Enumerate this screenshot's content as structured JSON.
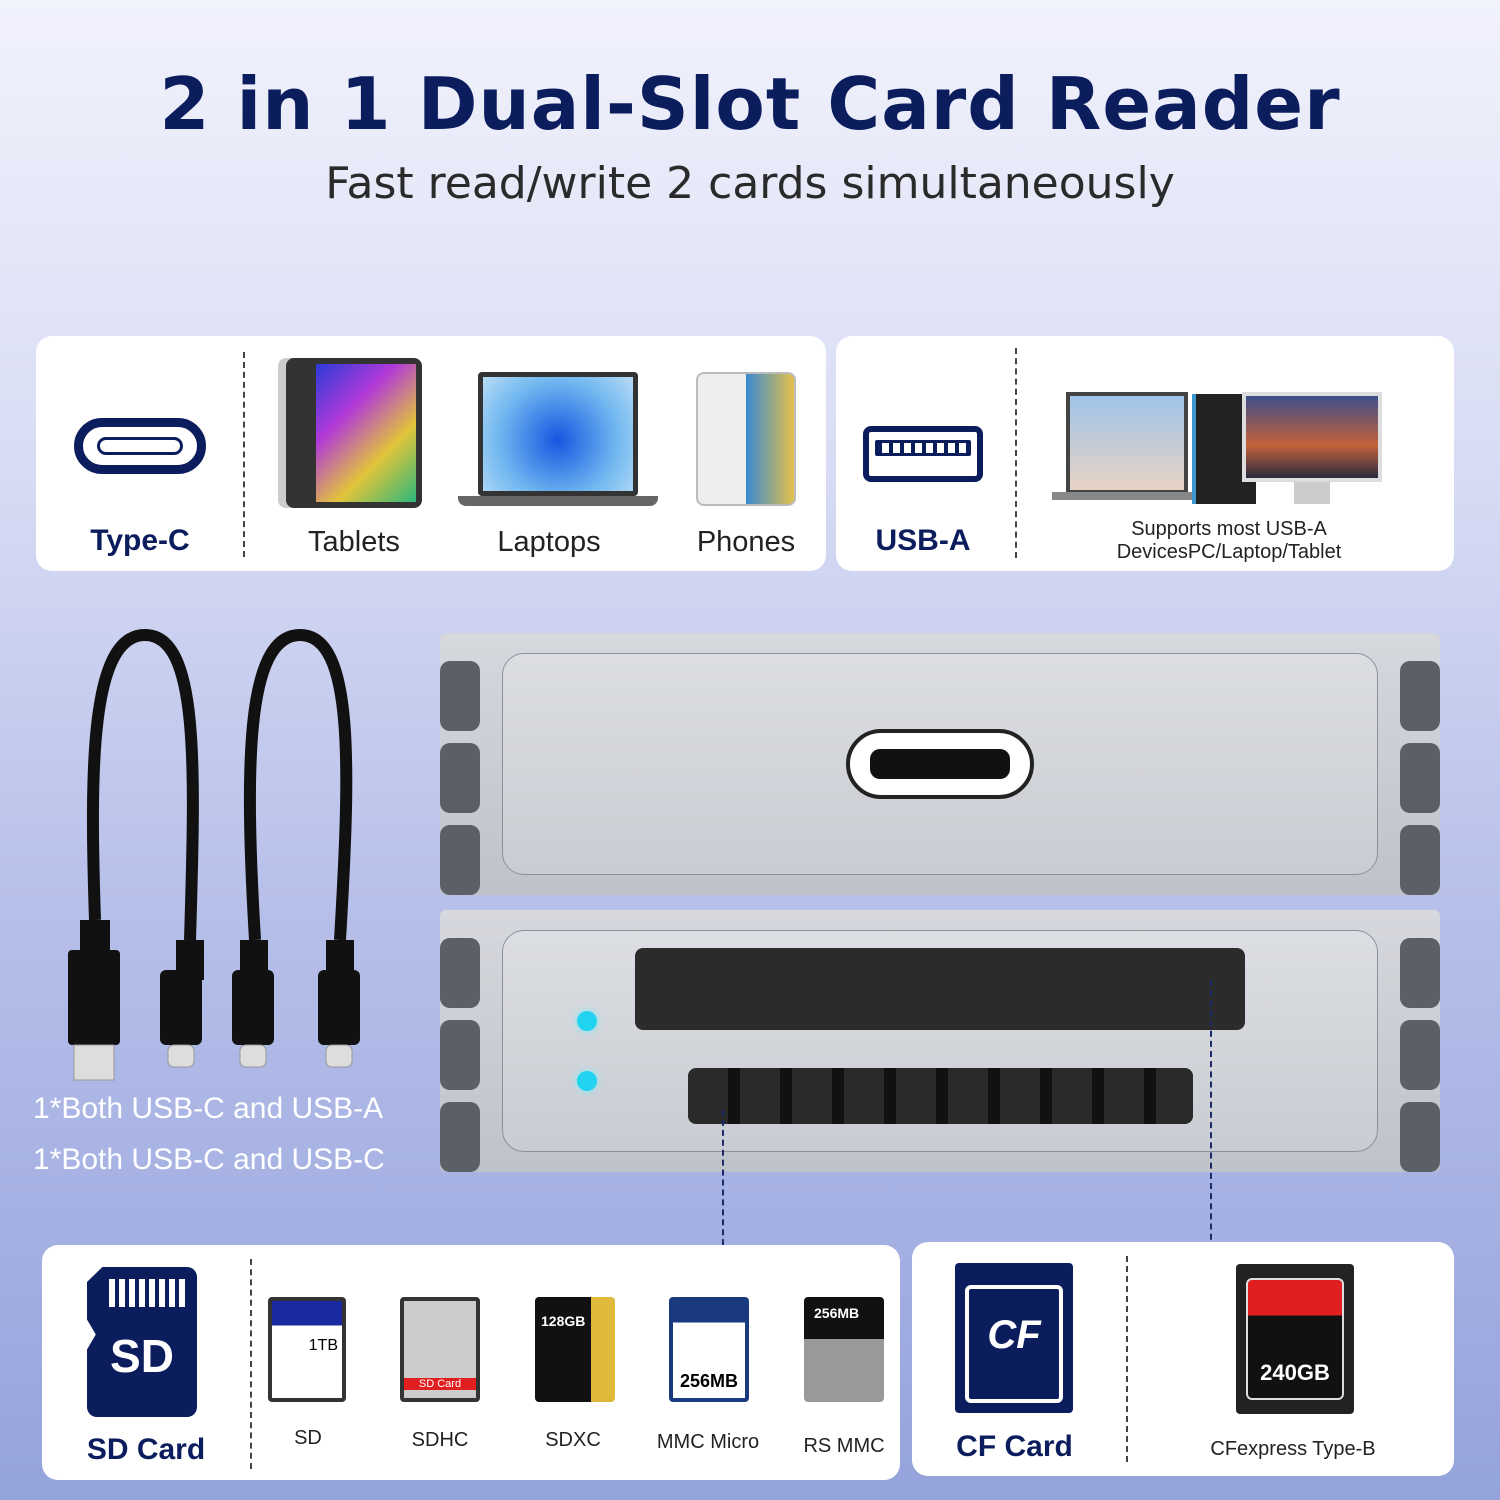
{
  "header": {
    "title": "2 in 1 Dual-Slot Card Reader",
    "subtitle": "Fast read/write 2 cards simultaneously"
  },
  "typec_panel": {
    "port_label": "Type-C",
    "devices": [
      {
        "label": "Tablets"
      },
      {
        "label": "Laptops"
      },
      {
        "label": "Phones"
      }
    ]
  },
  "usba_panel": {
    "port_label": "USB-A",
    "note_line1": "Supports most USB-A",
    "note_line2": "DevicesPC/Laptop/Tablet"
  },
  "cables": {
    "line1": "1*Both USB-C and USB-A",
    "line2": "1*Both USB-C and USB-C"
  },
  "sd_panel": {
    "title": "SD Card",
    "icon_text": "SD",
    "cards": [
      {
        "label": "SD",
        "face": "1TB"
      },
      {
        "label": "SDHC",
        "face": "SD Card"
      },
      {
        "label": "SDXC",
        "face": "128GB"
      },
      {
        "label": "MMC Micro",
        "face": "256MB"
      },
      {
        "label": "RS MMC",
        "face": "256MB"
      }
    ]
  },
  "cf_panel": {
    "title": "CF Card",
    "icon_text": "CF",
    "cards": [
      {
        "label": "CFexpress Type-B",
        "face": "240GB"
      }
    ]
  },
  "colors": {
    "navy": "#0c1d5e",
    "led": "#21d3ee",
    "panel": "#ffffff"
  }
}
